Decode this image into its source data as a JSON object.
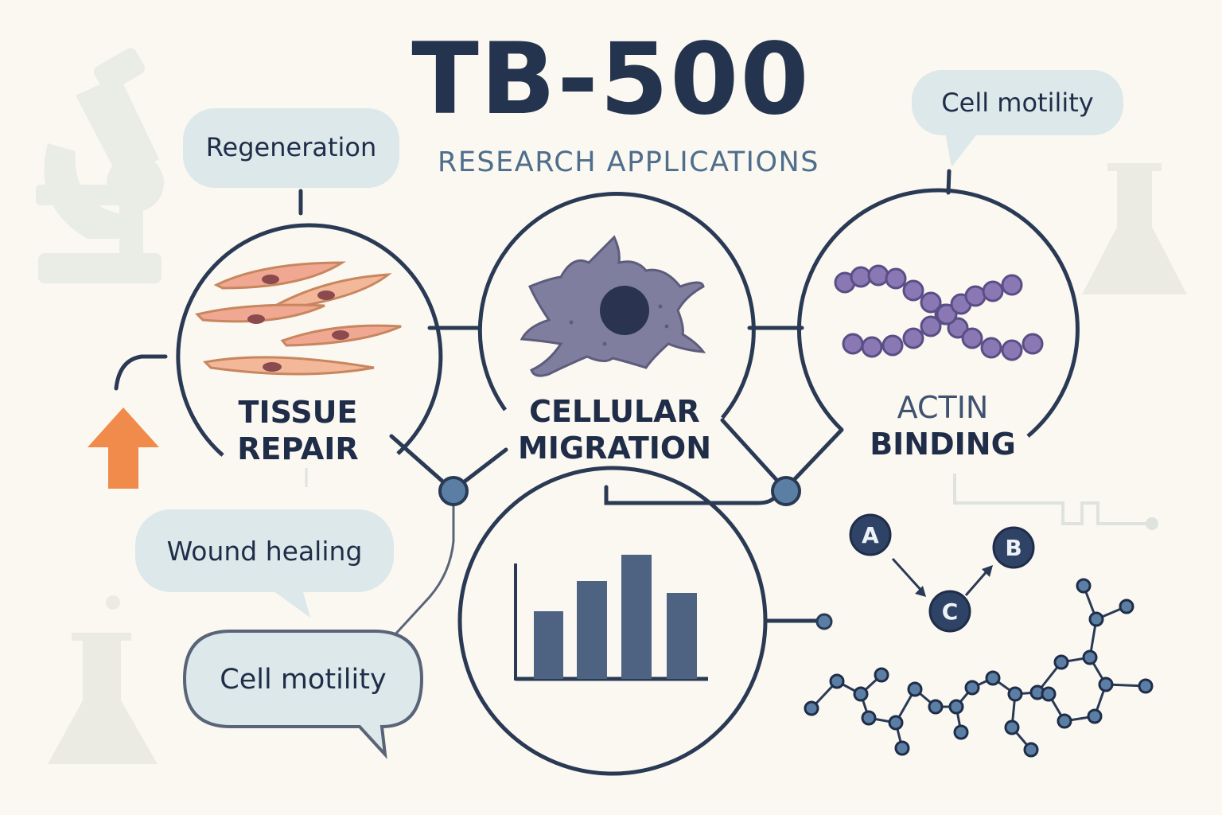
{
  "header": {
    "title": "TB-500",
    "subtitle": "RESEARCH APPLICATIONS"
  },
  "panels": {
    "tissue_repair": {
      "line1": "TISSUE",
      "line2": "REPAIR"
    },
    "cellular_migration": {
      "line1": "CELLULAR",
      "line2": "MIGRATION"
    },
    "actin_binding": {
      "line1": "ACTIN",
      "line2": "BINDING"
    }
  },
  "bubbles": {
    "regeneration": "Regeneration",
    "cell_motility_top": "Cell motility",
    "wound_healing": "Wound healing",
    "cell_motility_bottom": "Cell motility"
  },
  "reaction_nodes": {
    "a": "A",
    "b": "B",
    "c": "C"
  },
  "colors": {
    "ink": "#24344e",
    "accent_blue": "#5b7fa4",
    "bubble_fill": "#dde8ea",
    "arrow_orange": "#f08b4c",
    "cell_purple": "#7f7e9e",
    "bar_fill": "#4e6282"
  }
}
